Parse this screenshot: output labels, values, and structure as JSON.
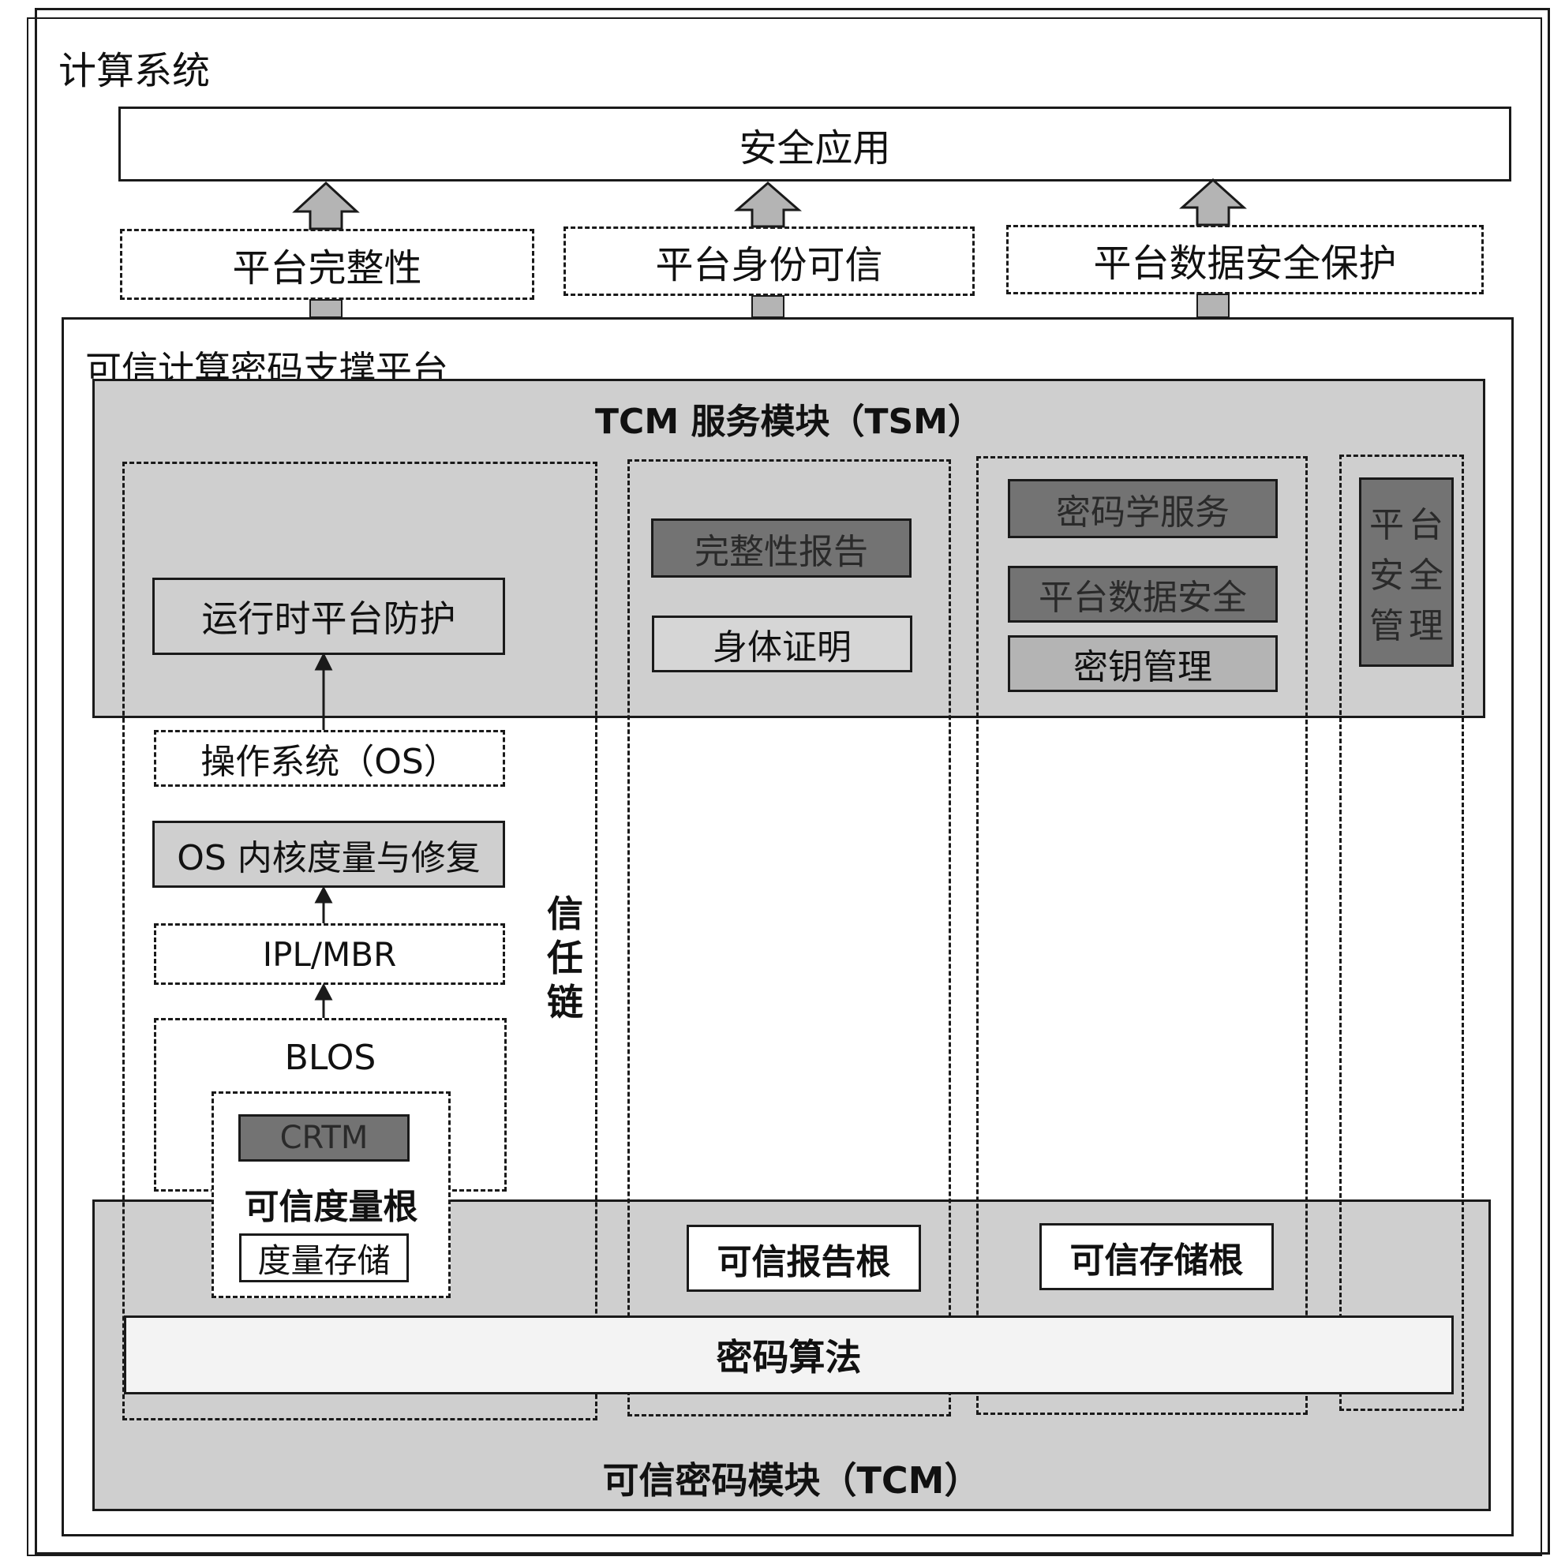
{
  "computing_system": {
    "title": "计算系统"
  },
  "security_apps": {
    "label": "安全应用"
  },
  "platform_features": [
    {
      "label": "平台完整性"
    },
    {
      "label": "平台身份可信"
    },
    {
      "label": "平台数据安全保护"
    }
  ],
  "support_platform": {
    "title": "可信计算密码支撑平台"
  },
  "tsm": {
    "title": "TCM 服务模块（TSM）",
    "runtime_protection": "运行时平台防护",
    "integrity_report": "完整性报告",
    "identity_proof": "身体证明",
    "crypto_service": "密码学服务",
    "platform_data_security": "平台数据安全",
    "key_management": "密钥管理",
    "platform_security_mgmt": [
      "平",
      "台",
      "安",
      "全",
      "管",
      "理"
    ]
  },
  "boot_chain": {
    "os": "操作系统（OS）",
    "os_kernel": "OS 内核度量与修复",
    "ipl_mbr": "IPL/MBR",
    "bios": "BLOS",
    "crtm": "CRTM",
    "rtm": "可信度量根",
    "measure_storage": "度量存储",
    "trust_chain": [
      "信",
      "任",
      "链"
    ]
  },
  "tcm": {
    "title": "可信密码模块（TCM）",
    "rtr": "可信报告根",
    "rts": "可信存储根",
    "crypto_algorithms": "密码算法"
  },
  "colors": {
    "tsm_fill": "#cfcfcf",
    "dark_fill": "#737373",
    "mid_fill": "#b4b4b4",
    "light_fill": "#f3f3f3",
    "line": "#1a1a1a"
  }
}
